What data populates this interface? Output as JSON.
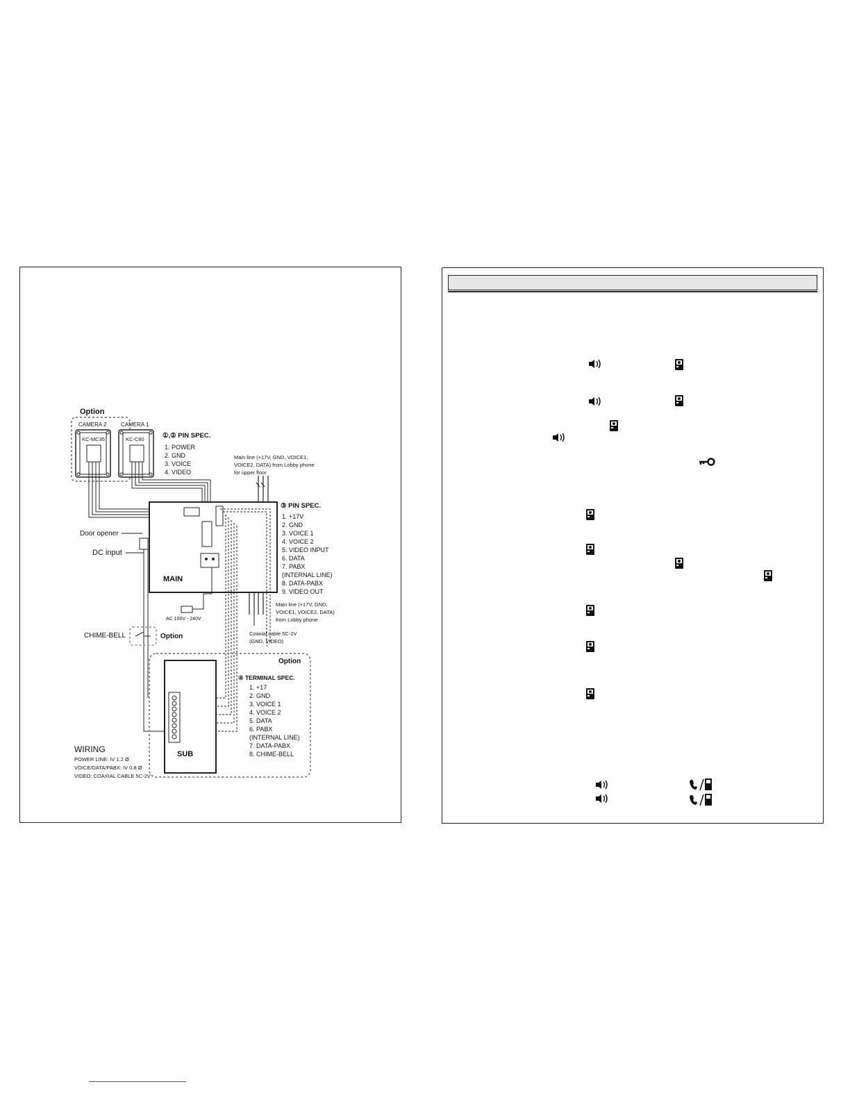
{
  "diagram": {
    "option_label": "Option",
    "camera2": {
      "title": "CAMERA 2",
      "model": "KC-MC35"
    },
    "camera1": {
      "title": "CAMERA 1",
      "model": "KC-C60"
    },
    "pin_spec_12": {
      "title": "①,② PIN SPEC.",
      "items": [
        "1. POWER",
        "2. GND",
        "3. VOICE",
        "4. VIDEO"
      ]
    },
    "main_line_upper": [
      "Main line (+17V, GND, VOICE1,",
      "VOICE2, DATA) from Lobby phone",
      "for upper floor"
    ],
    "pin_spec_3": {
      "title": "③ PIN SPEC.",
      "items": [
        "1. +17V",
        "2. GND",
        "3. VOICE 1",
        "4. VOICE 2",
        "5. VIDEO INPUT",
        "6. DATA",
        "7. PABX",
        "(INTERNAL LINE)",
        "8. DATA-PABX",
        "9. VIDEO OUT"
      ]
    },
    "door_opener": "Door opener",
    "dc_input": "DC input",
    "main_label": "MAIN",
    "ac_label": "AC 100V - 240V",
    "main_line_lobby": [
      "Main line (+17V, GND,",
      "VOICE1, VOICE2, DATA)",
      "from Lobby phone"
    ],
    "chime_bell": "CHIME-BELL",
    "coax": [
      "Coaxial cable 5C-2V",
      "(GND, VIDEO)"
    ],
    "terminal_spec": {
      "title": "④ TERMINAL SPEC.",
      "items": [
        "1. +17",
        "2. GND",
        "3. VOICE 1",
        "4. VOICE 2",
        "5. DATA",
        "6. PABX",
        "(INTERNAL LINE)",
        "7. DATA-PABX",
        "8. CHIME-BELL"
      ]
    },
    "sub_label": "SUB",
    "wiring": {
      "title": "WIRING",
      "lines": [
        "POWER LINE: IV 1.2 Ø",
        "VOICE/DATA/PABX: IV 0.8 Ø",
        "VIDEO: COAXIAL CABLE 5C-2V"
      ]
    }
  },
  "icons": {
    "speaker": "speaker-icon",
    "monitor": "monitor-icon",
    "key": "key-icon",
    "handset_monitor": "handset-monitor-icon"
  }
}
